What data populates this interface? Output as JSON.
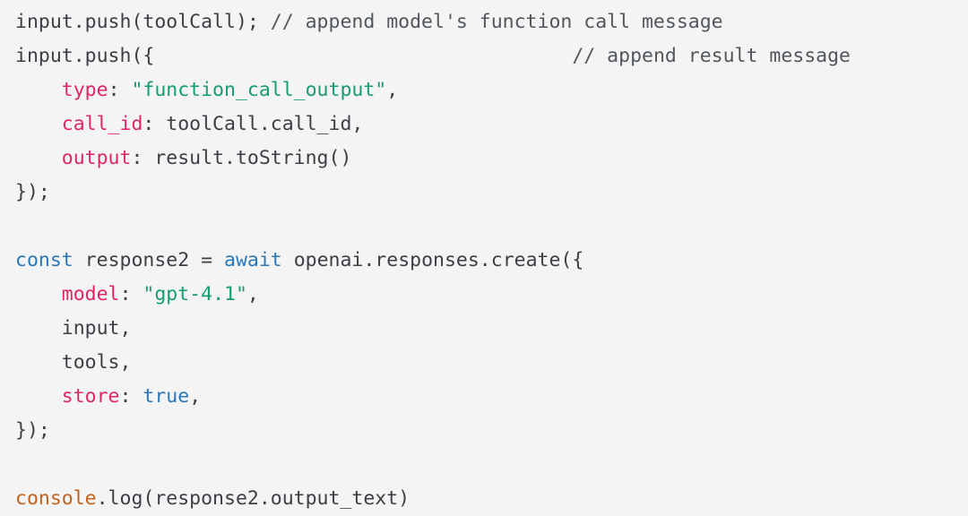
{
  "code_block": {
    "language": "javascript",
    "background_color": "#f4f4f4",
    "colors": {
      "plain": "#3b3f45",
      "comment": "#51565d",
      "property": "#e0246a",
      "string": "#159c74",
      "keyword": "#2b77b8",
      "builtin": "#c2621e"
    },
    "lines": [
      {
        "index": 1,
        "text": "input.push(toolCall); // append model's function call message",
        "tokens": [
          {
            "t": "input.push(toolCall); ",
            "c": "plain"
          },
          {
            "t": "// append model's function call message",
            "c": "comment"
          }
        ]
      },
      {
        "index": 2,
        "text": "input.push({                         // append result message",
        "tokens": [
          {
            "t": "input.push({",
            "c": "plain"
          },
          {
            "t": "                                    ",
            "c": "plain"
          },
          {
            "t": "// append result message",
            "c": "comment"
          }
        ]
      },
      {
        "index": 3,
        "text": "    type: \"function_call_output\",",
        "tokens": [
          {
            "t": "    ",
            "c": "plain"
          },
          {
            "t": "type",
            "c": "prop"
          },
          {
            "t": ": ",
            "c": "punct"
          },
          {
            "t": "\"function_call_output\"",
            "c": "string"
          },
          {
            "t": ",",
            "c": "punct"
          }
        ]
      },
      {
        "index": 4,
        "text": "    call_id: toolCall.call_id,",
        "tokens": [
          {
            "t": "    ",
            "c": "plain"
          },
          {
            "t": "call_id",
            "c": "prop"
          },
          {
            "t": ": ",
            "c": "punct"
          },
          {
            "t": "toolCall.call_id,",
            "c": "plain"
          }
        ]
      },
      {
        "index": 5,
        "text": "    output: result.toString()",
        "tokens": [
          {
            "t": "    ",
            "c": "plain"
          },
          {
            "t": "output",
            "c": "prop"
          },
          {
            "t": ": ",
            "c": "punct"
          },
          {
            "t": "result.toString()",
            "c": "plain"
          }
        ]
      },
      {
        "index": 6,
        "text": "});",
        "tokens": [
          {
            "t": "});",
            "c": "plain"
          }
        ]
      },
      {
        "index": 7,
        "text": "",
        "tokens": []
      },
      {
        "index": 8,
        "text": "const response2 = await openai.responses.create({",
        "tokens": [
          {
            "t": "const",
            "c": "keyword"
          },
          {
            "t": " response2 = ",
            "c": "plain"
          },
          {
            "t": "await",
            "c": "keyword"
          },
          {
            "t": " openai.responses.create({",
            "c": "plain"
          }
        ]
      },
      {
        "index": 9,
        "text": "    model: \"gpt-4.1\",",
        "tokens": [
          {
            "t": "    ",
            "c": "plain"
          },
          {
            "t": "model",
            "c": "prop"
          },
          {
            "t": ": ",
            "c": "punct"
          },
          {
            "t": "\"gpt-4.1\"",
            "c": "string"
          },
          {
            "t": ",",
            "c": "punct"
          }
        ]
      },
      {
        "index": 10,
        "text": "    input,",
        "tokens": [
          {
            "t": "    input,",
            "c": "plain"
          }
        ]
      },
      {
        "index": 11,
        "text": "    tools,",
        "tokens": [
          {
            "t": "    tools,",
            "c": "plain"
          }
        ]
      },
      {
        "index": 12,
        "text": "    store: true,",
        "tokens": [
          {
            "t": "    ",
            "c": "plain"
          },
          {
            "t": "store",
            "c": "prop"
          },
          {
            "t": ": ",
            "c": "punct"
          },
          {
            "t": "true",
            "c": "keyword"
          },
          {
            "t": ",",
            "c": "punct"
          }
        ]
      },
      {
        "index": 13,
        "text": "});",
        "tokens": [
          {
            "t": "});",
            "c": "plain"
          }
        ]
      },
      {
        "index": 14,
        "text": "",
        "tokens": []
      },
      {
        "index": 15,
        "text": "console.log(response2.output_text)",
        "tokens": [
          {
            "t": "console",
            "c": "builtin"
          },
          {
            "t": ".log(response2.output_text)",
            "c": "plain"
          }
        ]
      }
    ]
  }
}
